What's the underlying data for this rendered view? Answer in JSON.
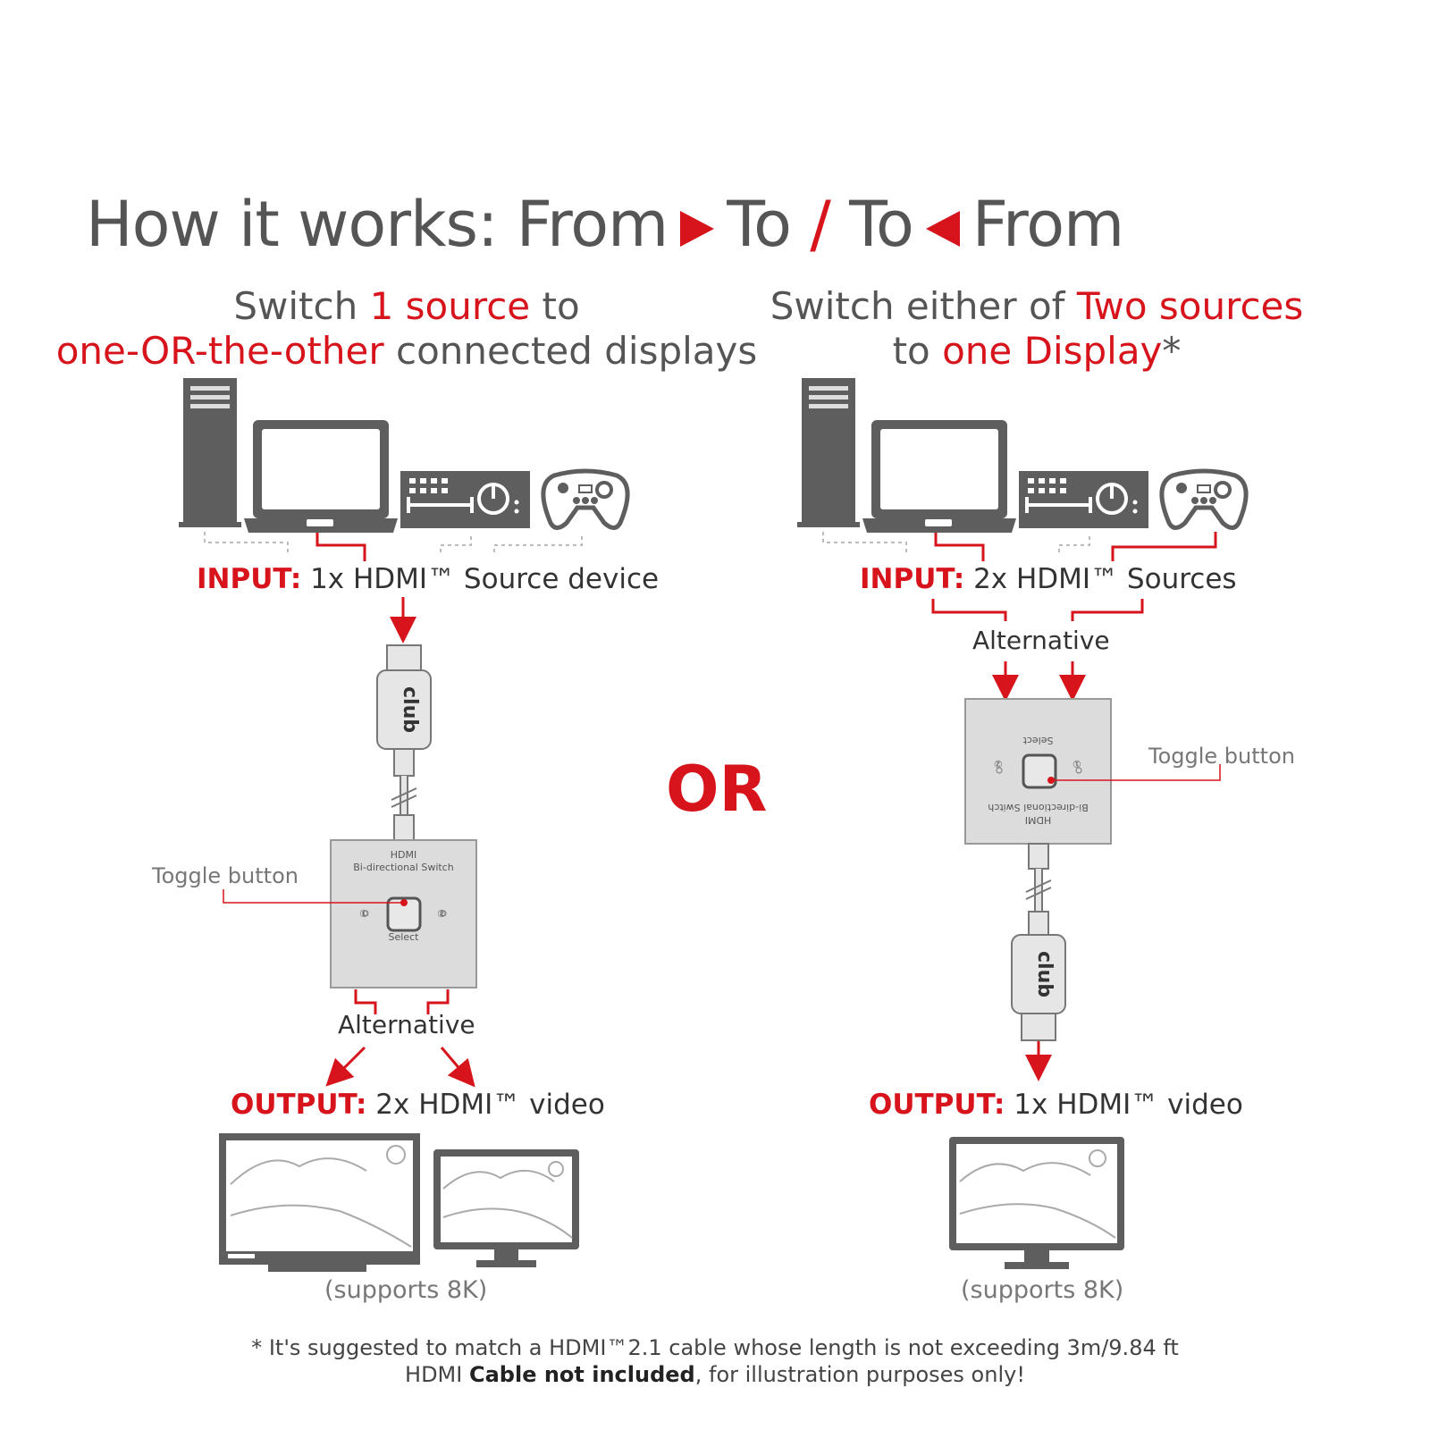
{
  "title": {
    "part1": "How it works: From",
    "part2": "To",
    "slash": "/",
    "part3": "To",
    "part4": "From"
  },
  "left": {
    "heading_line1": {
      "a": "Switch ",
      "b": "1 source",
      "c": " to"
    },
    "heading_line2": {
      "a": "one-OR-the-other",
      "b": " connected displays"
    },
    "input": {
      "key": "INPUT:",
      "text": " 1x HDMI™ Source device"
    },
    "switch": {
      "label1": "HDMI",
      "label2": "Bi-directional Switch",
      "select": "Select",
      "port1": "①",
      "port2": "②"
    },
    "cable_brand": "club",
    "toggle_label": "Toggle button",
    "alternative": "Alternative",
    "output": {
      "key": "OUTPUT:",
      "text": " 2x HDMI™ video"
    },
    "supports": "(supports 8K)"
  },
  "right": {
    "heading_line1": {
      "a": "Switch either of ",
      "b": "Two sources"
    },
    "heading_line2": {
      "a": "to ",
      "b": "one Display",
      "c": "*"
    },
    "input": {
      "key": "INPUT:",
      "text": " 2x HDMI™ Sources"
    },
    "alternative": "Alternative",
    "switch": {
      "label1": "HDMI",
      "label2": "Bi-directional Switch",
      "select": "Select",
      "port1": "①",
      "port2": "②"
    },
    "cable_brand": "club",
    "toggle_label": "Toggle button",
    "output": {
      "key": "OUTPUT:",
      "text": " 1x HDMI™ video"
    },
    "supports": "(supports 8K)"
  },
  "or_label": "OR",
  "footnote": {
    "line1": "*  It's suggested to match a HDMI™2.1 cable whose length is not exceeding 3m/9.84 ft",
    "line2_a": "HDMI ",
    "line2_b": "Cable not included",
    "line2_c": ", for illustration purposes only!"
  },
  "colors": {
    "accent": "#d7141c",
    "device": "#5e5e5e",
    "switch_body": "#dcdcdc"
  }
}
